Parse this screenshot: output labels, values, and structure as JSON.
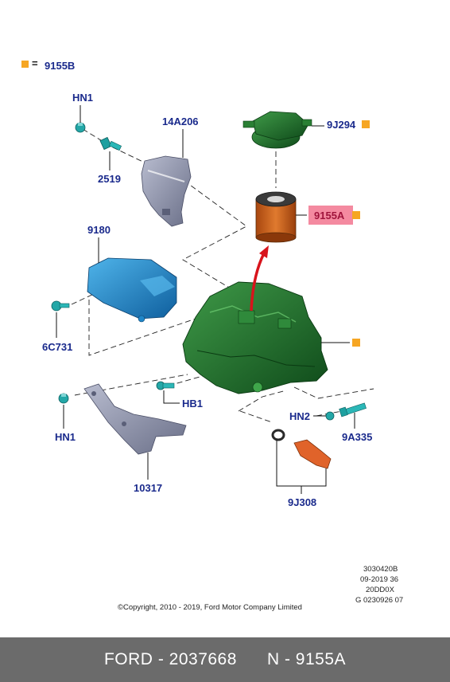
{
  "legend": {
    "label": "9155B",
    "equals": "="
  },
  "colors": {
    "accent_square": "#f6a623",
    "label_blue": "#1a2a8c",
    "highlight_fill": "#f48aa0",
    "highlight_text": "#a0143c",
    "housing_green": "#1e6b2a",
    "cover_blue": "#1f86c8",
    "bracket_gray": "#8a8fa8",
    "filter_orange": "#d2691e",
    "arrow_red": "#d8141c",
    "footer_bg": "#6b6b6b"
  },
  "labels": {
    "hn1_top": "HN1",
    "p14a206": "14A206",
    "p2519": "2519",
    "p9j294": "9J294",
    "p9155a": "9155A",
    "p9180": "9180",
    "p6c731": "6C731",
    "hb1": "HB1",
    "hn1_bottom": "HN1",
    "p10317": "10317",
    "hn2": "HN2",
    "p9a335": "9A335",
    "p9j308": "9J308"
  },
  "ref_codes": [
    "3030420B",
    "09-2019 36",
    "20DD0X",
    "G 0230926 07"
  ],
  "copyright": "©Copyright, 2010 - 2019, Ford Motor Company Limited",
  "footer": {
    "brand": "FORD",
    "part": "2037668",
    "n_label": "N",
    "item": "9155A"
  }
}
